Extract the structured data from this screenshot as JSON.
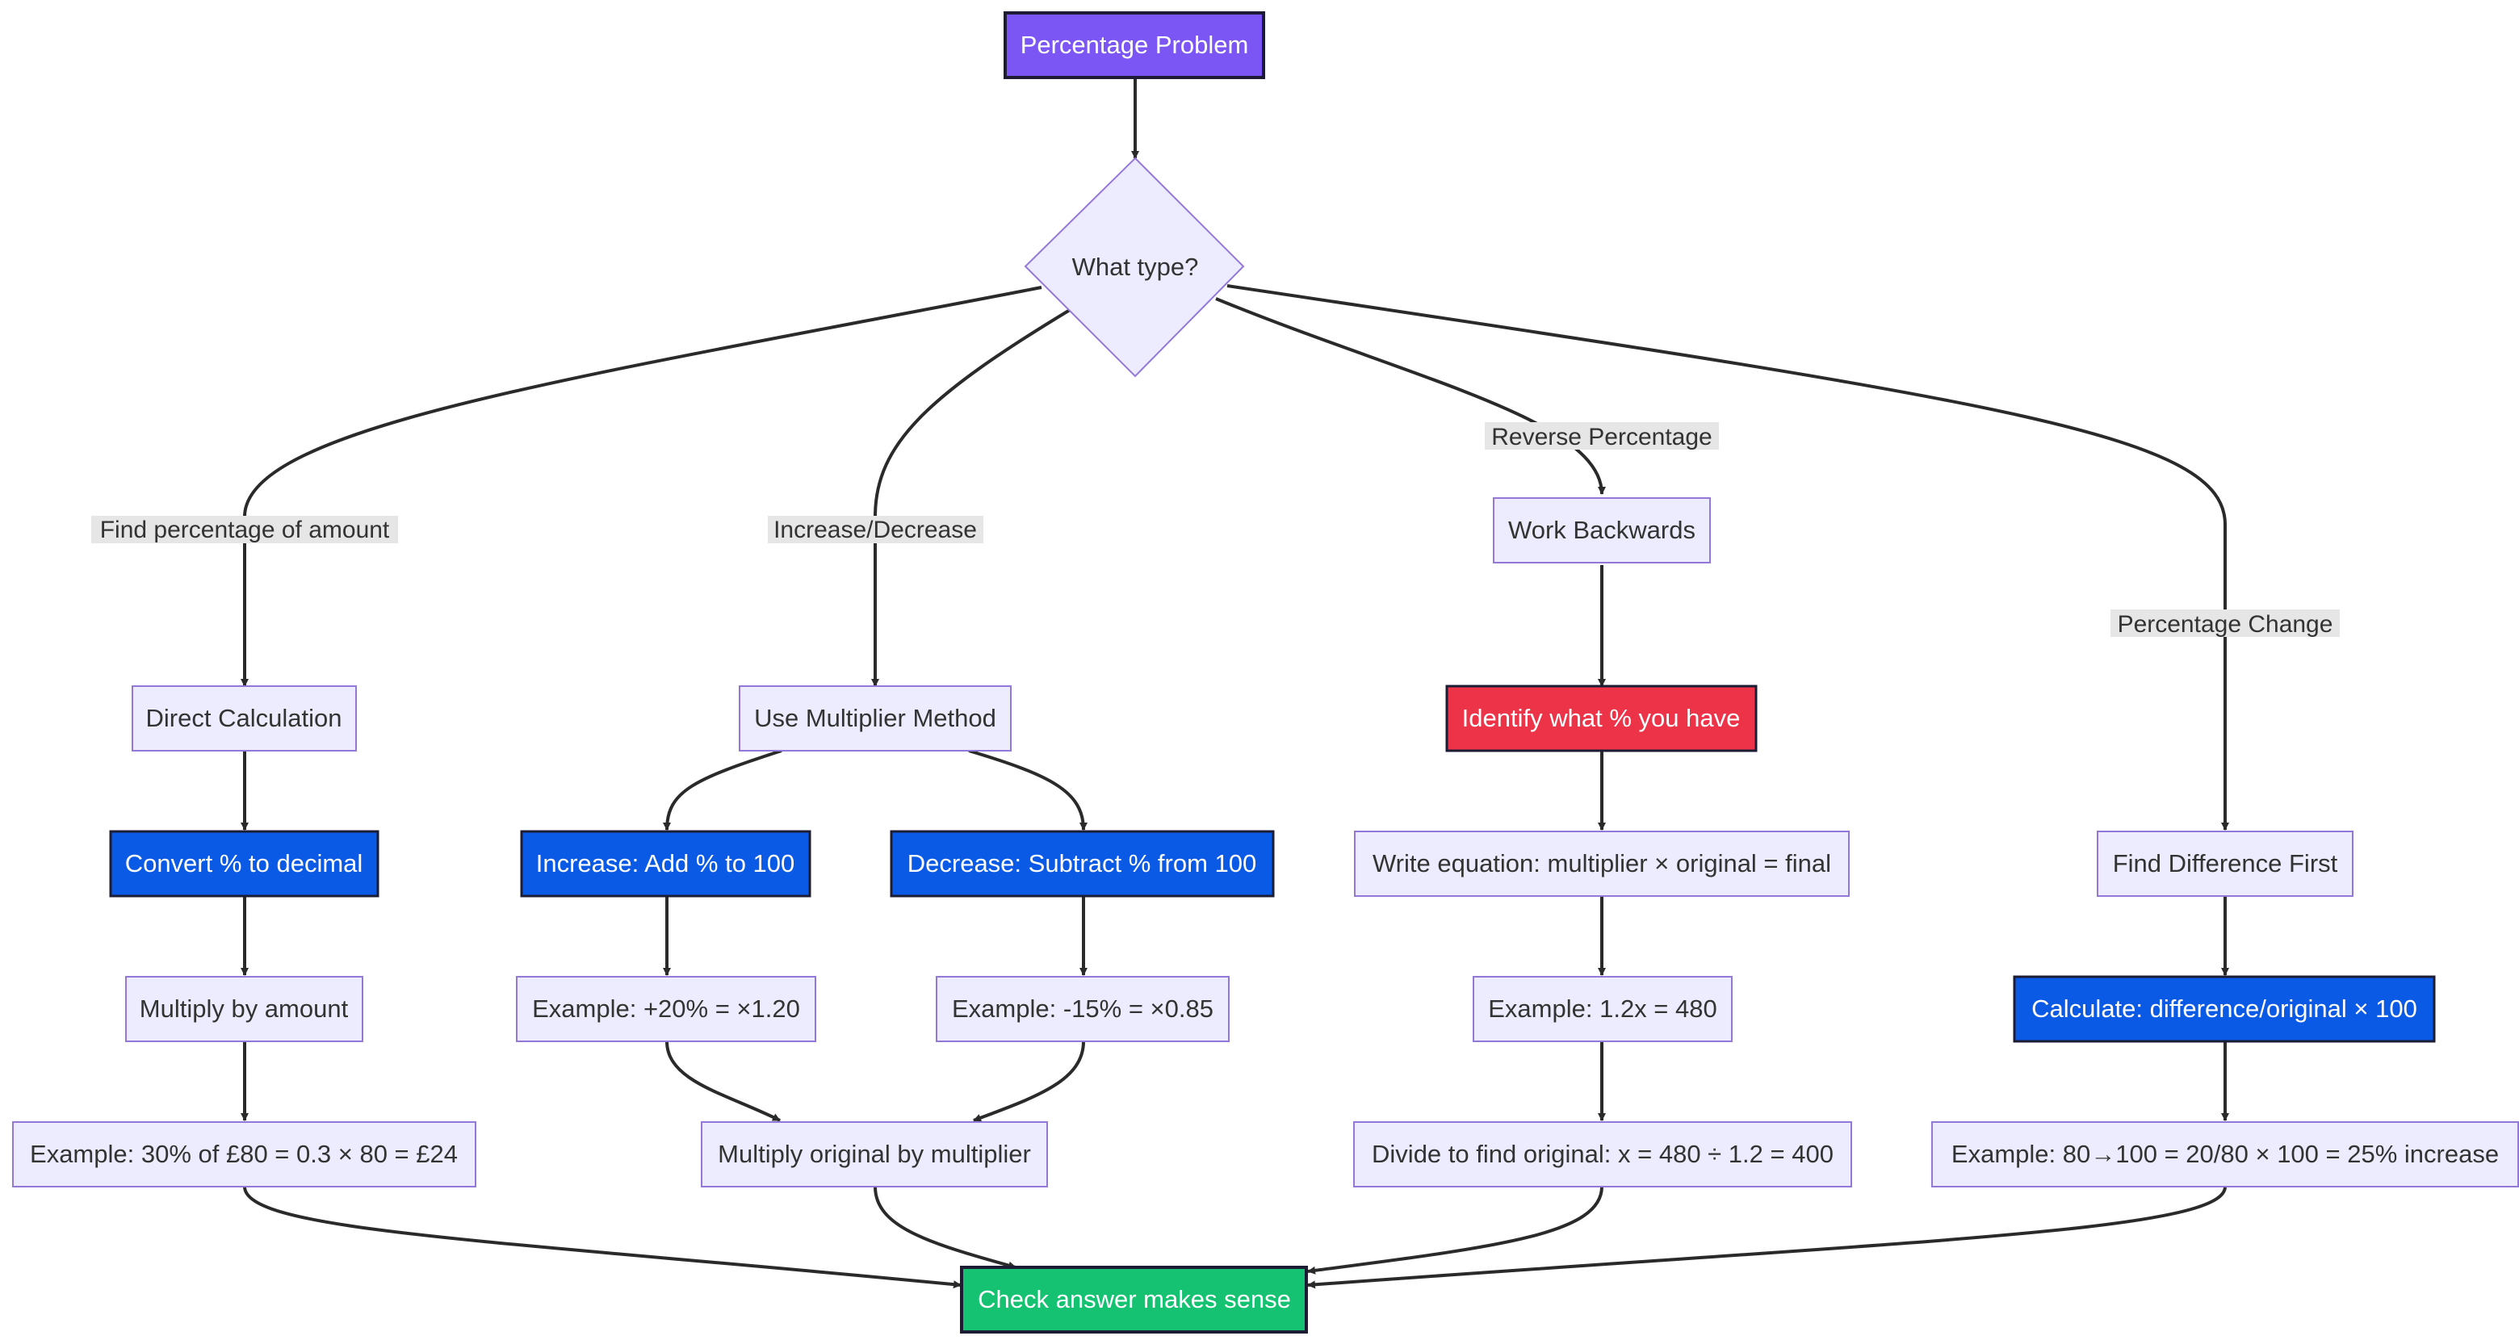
{
  "colors": {
    "node_default_fill": "#ececfe",
    "node_default_stroke": "#9378d8",
    "start_fill": "#7c56f5",
    "blue_fill": "#0a5ae6",
    "red_fill": "#ec3347",
    "green_fill": "#15c271",
    "dark_stroke": "#1c1c34",
    "edge": "#2a2a2a",
    "edge_label_bg": "#e6e6e6",
    "text_dark": "#333333",
    "text_light": "#ffffff"
  },
  "nodes": {
    "start": "Percentage Problem",
    "decision": "What type?",
    "direct": "Direct Calculation",
    "convert": "Convert % to decimal",
    "multiply_amount": "Multiply by amount",
    "example_direct": "Example: 30% of £80 = 0.3 × 80 = £24",
    "multiplier_method": "Use Multiplier Method",
    "increase": "Increase: Add % to 100",
    "decrease": "Decrease: Subtract % from 100",
    "example_increase": "Example: +20% = ×1.20",
    "example_decrease": "Example: -15% = ×0.85",
    "multiply_original": "Multiply original by multiplier",
    "work_backwards": "Work Backwards",
    "identify": "Identify what % you have",
    "write_equation": "Write equation: multiplier × original = final",
    "example_reverse": "Example: 1.2x = 480",
    "divide": "Divide to find original: x = 480 ÷ 1.2 = 400",
    "find_difference": "Find Difference First",
    "calculate": "Calculate: difference/original × 100",
    "example_change": "Example: 80→100 = 20/80 × 100 = 25% increase",
    "check": "Check answer makes sense"
  },
  "edge_labels": {
    "find_percentage": "Find percentage of amount",
    "increase_decrease": "Increase/Decrease",
    "reverse_percentage": "Reverse Percentage",
    "percentage_change": "Percentage Change"
  }
}
